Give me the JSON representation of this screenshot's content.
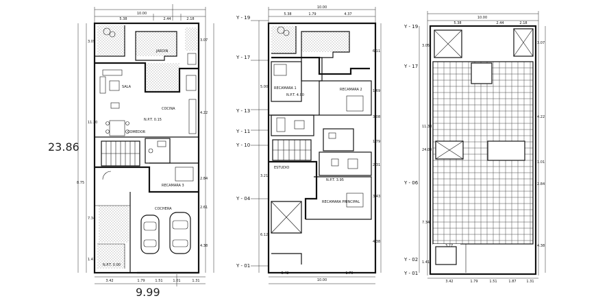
{
  "plans": [
    {
      "name": "ground-floor",
      "top_dims": [
        "10.00",
        "5.38",
        "2.44",
        "2.18"
      ],
      "left_dims": [
        "3.05",
        "11.30",
        "8.75",
        "7.34",
        "1.41"
      ],
      "right_dims": [
        "3.07",
        "4.22",
        "2.84",
        "2.61",
        "4.38"
      ],
      "bottom_dims": [
        "3.42",
        "1.79",
        "1.51",
        "1.01",
        "1.31"
      ],
      "big_height": "23.86",
      "big_width": "9.99",
      "rooms": [
        "SALA",
        "COCINA",
        "COMEDOR",
        "RECAMARA 3",
        "COCHERA",
        "JARDIN"
      ],
      "levels": [
        "N.P.T. 0.15",
        "N.P.T. 0.00"
      ]
    },
    {
      "name": "upper-floor",
      "top_dims": [
        "10.00",
        "5.38",
        "1.79",
        "4.37"
      ],
      "axes": [
        "Y - 19",
        "Y - 17",
        "Y - 13",
        "Y - 11",
        "Y - 10",
        "Y - 04",
        "Y - 01"
      ],
      "left_dims": [
        "5.00",
        "3.21",
        "6.12"
      ],
      "right_dims": [
        "6.11",
        "1.69",
        "3.08",
        "1.79",
        "2.31",
        "3.43",
        "4.38"
      ],
      "bottom_dims": [
        "3.42",
        "1.79",
        "10.00"
      ],
      "rooms": [
        "RECAMARA 1",
        "RECAMARA 2",
        "RECAMARA PRINCIPAL",
        "ESTUDIO"
      ],
      "levels": [
        "N.P.T. 4.00",
        "N.P.T. 3.95"
      ]
    },
    {
      "name": "structural-floor",
      "top_dims": [
        "10.00",
        "5.38",
        "2.44",
        "2.18"
      ],
      "axes": [
        "Y - 19",
        "Y - 17",
        "Y - 06",
        "Y - 02",
        "Y - 01"
      ],
      "left_dims": [
        "3.05",
        "11.30",
        "24.00",
        "7.34",
        "1.41"
      ],
      "right_dims": [
        "3.07",
        "4.22",
        "1.01",
        "2.84",
        "4.38"
      ],
      "bottom_dims": [
        "3.42",
        "1.79",
        "1.51",
        "1.87",
        "1.31"
      ],
      "extra_dims": [
        "3.27"
      ]
    }
  ]
}
